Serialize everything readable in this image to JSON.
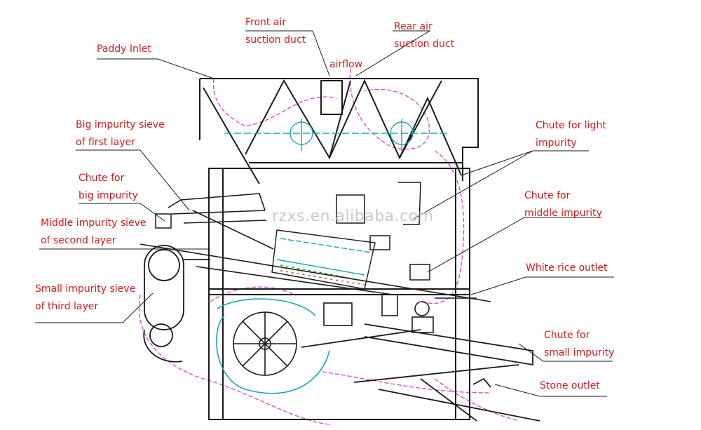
{
  "labels": {
    "front_air": [
      "Front air",
      "suction duct"
    ],
    "airflow": "airflow",
    "rear_air": [
      "Rear air",
      "suction duct"
    ],
    "paddy_inlet": "Paddy Inlet",
    "big_sieve": [
      "Big impurity sieve",
      "of first layer"
    ],
    "chute_light": [
      "Chute for light",
      "impurity"
    ],
    "chute_big": [
      "Chute for",
      "big impurity"
    ],
    "chute_middle": [
      "Chute for",
      "middle impurity"
    ],
    "middle_sieve": [
      "Middle impurity sieve",
      "of second layer"
    ],
    "white_rice": "White rice outlet",
    "small_sieve": [
      "Small impurity sieve",
      "of third layer"
    ],
    "chute_small": [
      "Chute for",
      "small impurity"
    ],
    "stone_outlet": "Stone outlet"
  },
  "watermark": "rzxs.en.alibaba.com",
  "colors": {
    "label": "#d11a1a",
    "frame": "#1a1a1a",
    "airflow": "#e040c8",
    "detail": "#18a6b8",
    "accent_red": "#e03030",
    "accent_green": "#2aa02a"
  }
}
